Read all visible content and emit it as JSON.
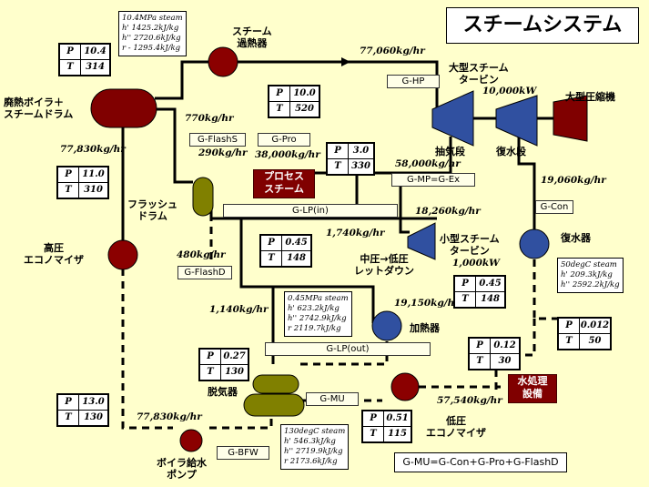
{
  "title": "スチームシステム",
  "equation": "G-MU=G-Con+G-Pro+G-FlashD",
  "equipment": {
    "boiler": "廃熱ボイラ＋\nスチームドラム",
    "superheater": "スチーム\n過熱器",
    "large_turbine": "大型スチーム\nタービン",
    "compressor": "大型圧縮機",
    "extraction_stage": "抽気段",
    "condensing_stage": "復水段",
    "flash_drum": "フラッシュ\nドラム",
    "hp_economizer": "高圧\nエコノマイザ",
    "process_steam": "プロセス\nスチーム",
    "small_turbine": "小型スチーム\nタービン",
    "condenser": "復水器",
    "letdown": "中圧→低圧\nレットダウン",
    "heater": "加熱器",
    "water_treatment": "水処理\n設備",
    "deaerator": "脱気器",
    "lp_economizer": "低圧\nエコノマイザ",
    "feed_pump": "ボイラ給水\nポンプ"
  },
  "flows": {
    "hp_steam": "77,060kg/hr",
    "large_turbine_power": "10,000kW",
    "boiler_to_flash": "770kg/hr",
    "boiler_feed_in": "77,830kg/hr",
    "flash_steam": "290kg/hr",
    "process": "38,000kg/hr",
    "extraction": "58,000kg/hr",
    "condensing": "19,060kg/hr",
    "lp_in": "18,260kg/hr",
    "letdown": "1,740kg/hr",
    "flash_drain": "480kg/hr",
    "small_turbine_power": "1,000kW",
    "lp_out_to_deaerator": "1,140kg/hr",
    "heater_flow": "19,150kg/hr",
    "makeup": "57,540kg/hr",
    "feed_pump": "77,830kg/hr"
  },
  "tags": {
    "g_hp": "G-HP",
    "g_flashs": "G-FlashS",
    "g_pro": "G-Pro",
    "g_mp": "G-MP=G-Ex",
    "g_lp_in": "G-LP(in)",
    "g_con": "G-Con",
    "g_flashd": "G-FlashD",
    "g_lp_out": "G-LP(out)",
    "g_mu": "G-MU",
    "g_bfw": "G-BFW"
  },
  "pt": {
    "boiler": {
      "p": "10.4",
      "t": "314"
    },
    "superheater": {
      "p": "10.0",
      "t": "520"
    },
    "process": {
      "p": "3.0",
      "t": "330"
    },
    "hp_econ": {
      "p": "11.0",
      "t": "310"
    },
    "lp_header": {
      "p": "0.45",
      "t": "148"
    },
    "small_turbine": {
      "p": "0.45",
      "t": "148"
    },
    "condenser": {
      "p": "0.012",
      "t": "50"
    },
    "makeup": {
      "p": "0.12",
      "t": "30"
    },
    "deaerator": {
      "p": "0.27",
      "t": "130"
    },
    "lp_econ": {
      "p": "0.51",
      "t": "115"
    },
    "pump": {
      "p": "13.0",
      "t": "130"
    }
  },
  "steam_props": {
    "hp": [
      "10.4MPa steam",
      "h' 1425.2kJ/kg",
      "h'' 2720.6kJ/kg",
      "r - 1295.4kJ/kg"
    ],
    "lp": [
      "0.45MPa steam",
      "h' 623.2kJ/kg",
      "h'' 2742.9kJ/kg",
      "r 2119.7kJ/kg"
    ],
    "cond": [
      "50degC steam",
      "h' 209.3kJ/kg",
      "h'' 2592.2kJ/kg"
    ],
    "deaer": [
      "130degC steam",
      "h' 546.3kJ/kg",
      "h'' 2719.9kJ/kg",
      "r 2173.6kJ/kg"
    ]
  }
}
